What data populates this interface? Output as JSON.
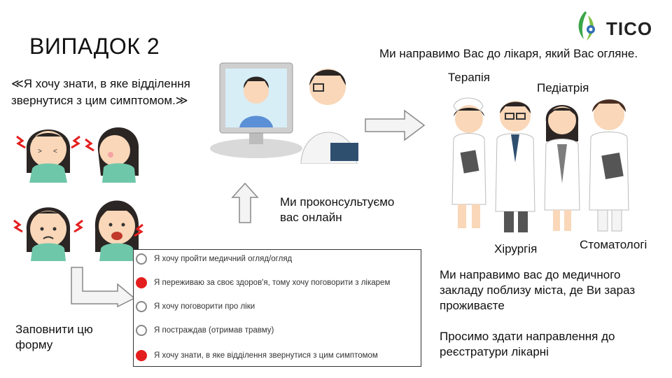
{
  "title": "ВИПАДОК 2",
  "quote": {
    "line1": "≪Я хочу знати, в яке відділення",
    "line2": "звернутися з цим симптомом.≫"
  },
  "logo": {
    "text": "TICO"
  },
  "consult": {
    "line1": "Ми проконсультуємо",
    "line2": "вас онлайн"
  },
  "fill_form": {
    "line1": "Заповнити цю",
    "line2": "форму"
  },
  "doctor_note": "Ми направимо Вас до лікаря, який Вас огляне.",
  "specialties": {
    "therapy": "Терапія",
    "pediatrics": "Педіатрія",
    "surgery": "Хірургія",
    "dentistry": "Стоматологі"
  },
  "form": {
    "options": [
      {
        "label": "Я хочу пройти медичний огляд/огляд",
        "selected": false
      },
      {
        "label": "Я переживаю за своє здоров'я, тому хочу поговорити з лікарем",
        "selected": true
      },
      {
        "label": "Я хочу поговорити про ліки",
        "selected": false
      },
      {
        "label": "Я постраждав (отримав травму)",
        "selected": false
      },
      {
        "label": "Я хочу знати, в яке відділення звернутися з цим симптомом",
        "selected": true
      }
    ]
  },
  "referral": {
    "line1": "Ми направимо вас до медичного",
    "line2": "закладу поблизу міста, де Ви зараз",
    "line3": "проживаєте",
    "line4": "Просимо здати направлення до",
    "line5": "реєстратури лікарні"
  },
  "colors": {
    "selected_radio": "#e41e1e",
    "skin": "#f9d7b8",
    "scrub": "#6fc7a9",
    "hair": "#2b2523"
  }
}
